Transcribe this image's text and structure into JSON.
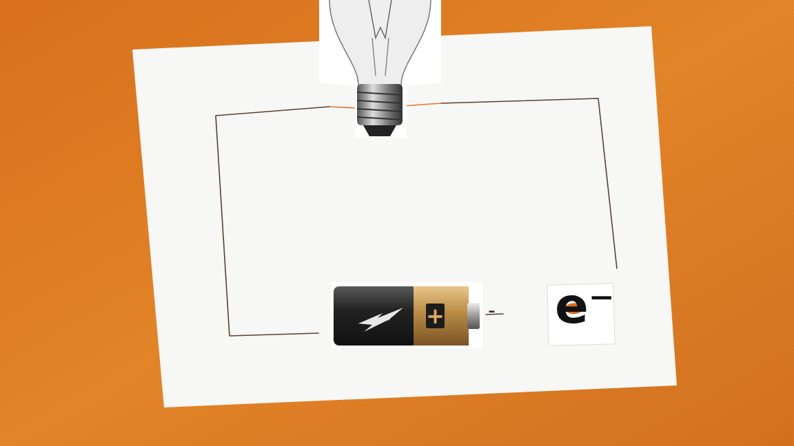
{
  "diagram": {
    "labels": [
      "+",
      "-",
      "e⁻"
    ]
  }
}
